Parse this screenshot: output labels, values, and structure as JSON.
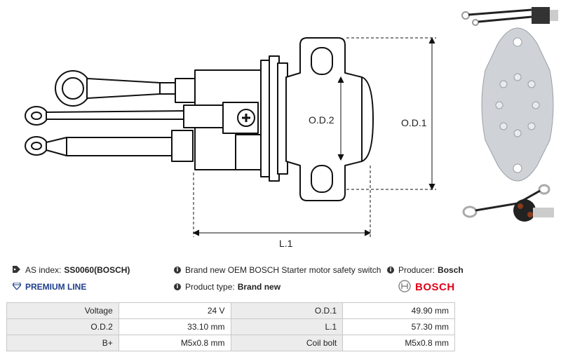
{
  "drawing": {
    "dim_od1": "O.D.1",
    "dim_od2": "O.D.2",
    "dim_l1": "L.1"
  },
  "info": {
    "as_index_label": "AS index:",
    "as_index_value": "SS0060(BOSCH)",
    "premium_line": "PREMIUM LINE",
    "description": "Brand new OEM BOSCH Starter motor safety switch",
    "product_type_label": "Product type:",
    "product_type_value": "Brand new",
    "producer_label": "Producer:",
    "producer_value": "Bosch",
    "brand_logo_text": "BOSCH"
  },
  "specs": {
    "rows": [
      {
        "l1": "Voltage",
        "v1": "24 V",
        "l2": "O.D.1",
        "v2": "49.90 mm"
      },
      {
        "l1": "O.D.2",
        "v1": "33.10 mm",
        "l2": "L.1",
        "v2": "57.30 mm"
      },
      {
        "l1": "B+",
        "v1": "M5x0.8 mm",
        "l2": "Coil bolt",
        "v2": "M5x0.8 mm"
      }
    ]
  },
  "colors": {
    "premium_blue": "#1f3f8c",
    "bosch_red": "#e2001a",
    "table_label_bg": "#ececec"
  }
}
